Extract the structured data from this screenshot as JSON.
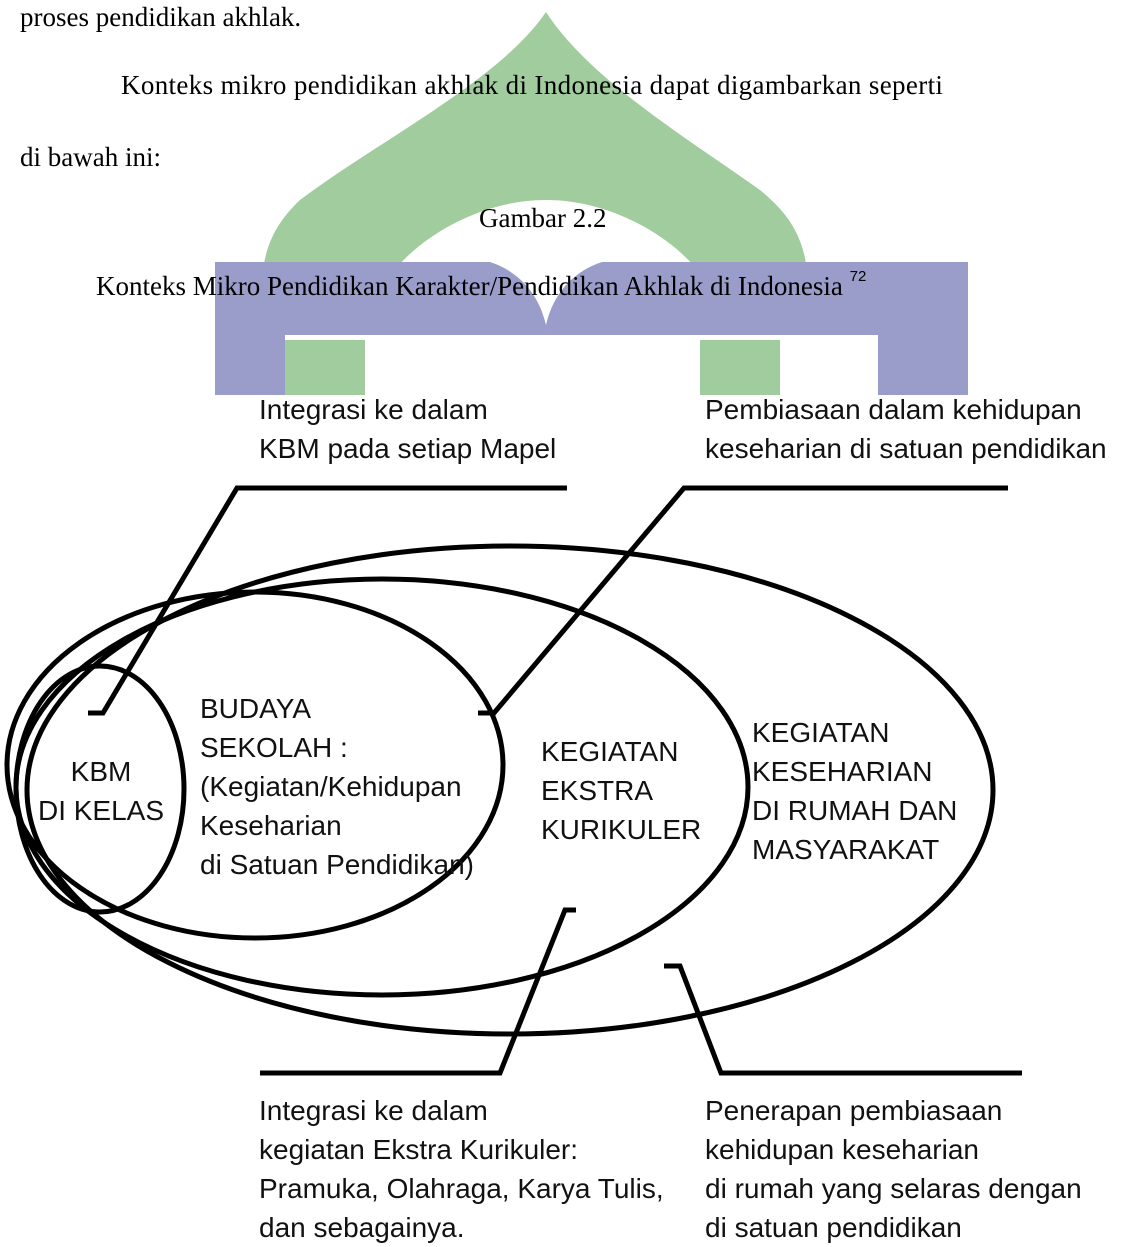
{
  "document": {
    "line_top": "proses pendidikan akhlak.",
    "paragraph_line1": "Konteks mikro pendidikan akhlak di Indonesia dapat digambarkan seperti",
    "paragraph_line2": "di bawah ini:",
    "figure_number": "Gambar 2.2",
    "figure_title": "Konteks Mikro Pendidikan Karakter/Pendidikan Akhlak di Indonesia",
    "footnote_ref": "72"
  },
  "watermark": {
    "green": "#a1cc9e",
    "purple": "#9a9dc9"
  },
  "diagram": {
    "callouts": {
      "top_left": [
        "Integrasi ke dalam",
        "KBM pada setiap Mapel"
      ],
      "top_right": [
        "Pembiasaan dalam kehidupan",
        "keseharian di satuan pendidikan"
      ],
      "bottom_left": [
        "Integrasi ke dalam",
        "kegiatan Ekstra Kurikuler:",
        "Pramuka, Olahraga, Karya Tulis,",
        "dan sebagainya."
      ],
      "bottom_right": [
        "Penerapan pembiasaan",
        "kehidupan keseharian",
        "di rumah yang selaras dengan",
        "di satuan pendidikan"
      ]
    },
    "ellipses": {
      "kbm": [
        "KBM",
        "DI KELAS"
      ],
      "budaya": [
        "BUDAYA",
        "SEKOLAH :",
        "(Kegiatan/Kehidupan",
        "Keseharian",
        "di Satuan Pendidikan)"
      ],
      "ekstra": [
        "KEGIATAN",
        "EKSTRA",
        "KURIKULER"
      ],
      "rumah": [
        "KEGIATAN",
        "KESEHARIAN",
        "DI RUMAH DAN",
        "MASYARAKAT"
      ]
    }
  }
}
